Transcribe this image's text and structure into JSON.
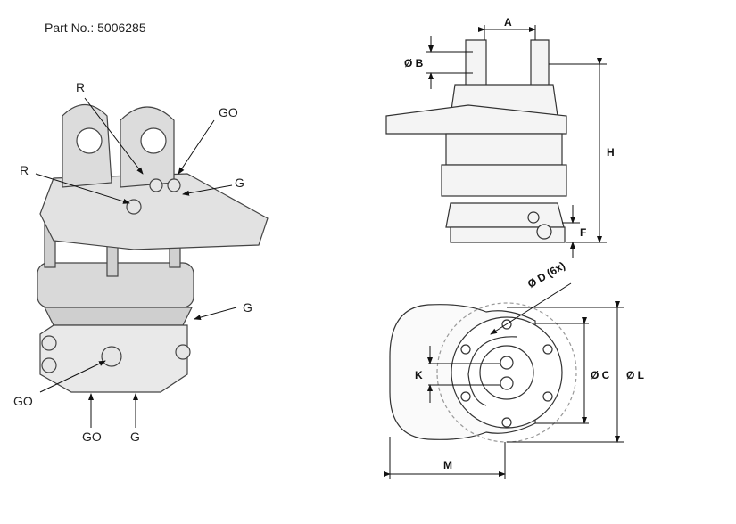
{
  "part_number": "Part No.: 5006285",
  "iso_view": {
    "labels": {
      "r_top": "R",
      "go_top": "GO",
      "r_left": "R",
      "g_right": "G",
      "g_side": "G",
      "go_left": "GO",
      "go_bottom": "GO",
      "g_bottom": "G"
    }
  },
  "side_view": {
    "dims": {
      "a": "A",
      "b": "Ø B",
      "h": "H",
      "f": "F"
    }
  },
  "top_view": {
    "dims": {
      "d": "Ø D (6x)",
      "k": "K",
      "c": "Ø C",
      "l": "Ø L",
      "m": "M"
    }
  }
}
